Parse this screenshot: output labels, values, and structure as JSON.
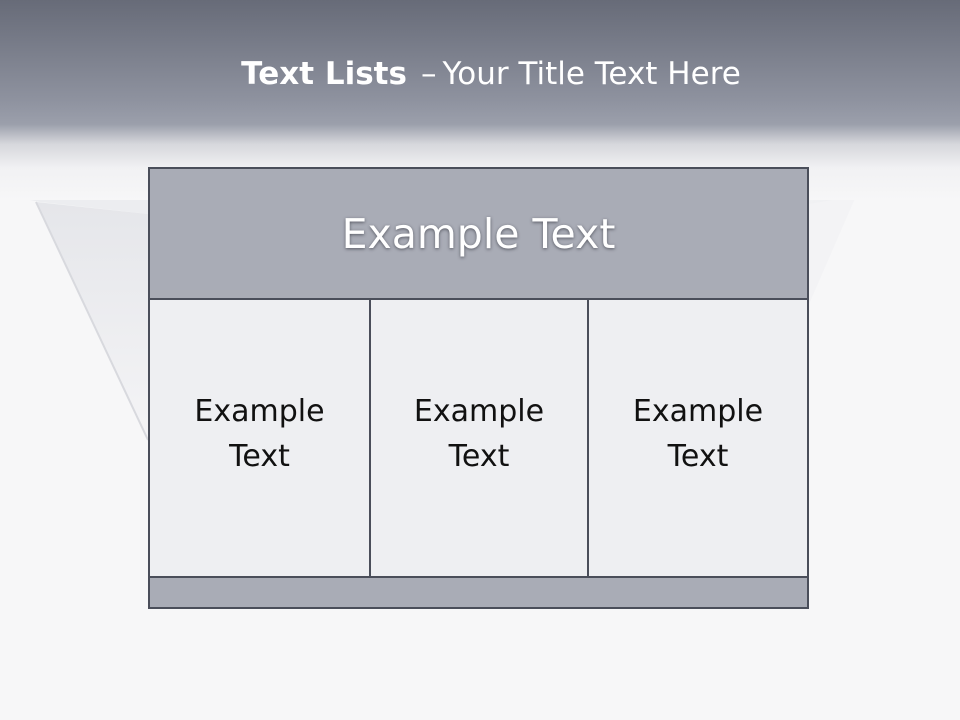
{
  "title": {
    "bold": "Text Lists",
    "separator": "–",
    "rest": "Your Title Text Here"
  },
  "panel": {
    "header": "Example Text",
    "columns": [
      {
        "text": "Example Text"
      },
      {
        "text": "Example Text"
      },
      {
        "text": "Example Text"
      }
    ]
  },
  "colors": {
    "title_band": "#7a7e8b",
    "header_fill": "#a9acb6",
    "panel_border": "#4a4e5a",
    "cell_fill": "#eeeff2",
    "page_background": "#f7f7f8"
  }
}
